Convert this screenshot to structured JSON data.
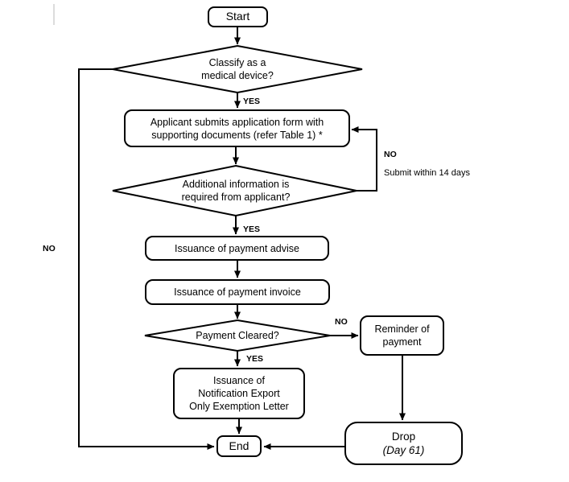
{
  "flowchart": {
    "nodes": {
      "start": {
        "label": "Start"
      },
      "classify": {
        "line1": "Classify as a",
        "line2": "medical device?"
      },
      "application": {
        "line1": "Applicant submits application form with",
        "line2": "supporting documents (refer Table 1) *"
      },
      "additional_info": {
        "line1": "Additional information is",
        "line2": "required from applicant?"
      },
      "payment_advise": {
        "label": "Issuance of payment advise"
      },
      "payment_invoice": {
        "label": "Issuance of payment invoice"
      },
      "payment_cleared": {
        "label": "Payment Cleared?"
      },
      "reminder": {
        "line1": "Reminder of",
        "line2": "payment"
      },
      "exemption_letter": {
        "line1": "Issuance of",
        "line2": "Notification Export",
        "line3": "Only Exemption Letter"
      },
      "end": {
        "label": "End"
      },
      "drop": {
        "line1": "Drop",
        "line2": "(Day 61)"
      }
    },
    "edge_labels": {
      "classify_yes": "YES",
      "classify_no": "NO",
      "additional_yes": "YES",
      "additional_no": "NO",
      "additional_no_note": "Submit within 14 days",
      "payment_yes": "YES",
      "payment_no": "NO"
    },
    "colors": {
      "stroke": "#000000",
      "fill": "#ffffff",
      "text": "#000000"
    }
  }
}
